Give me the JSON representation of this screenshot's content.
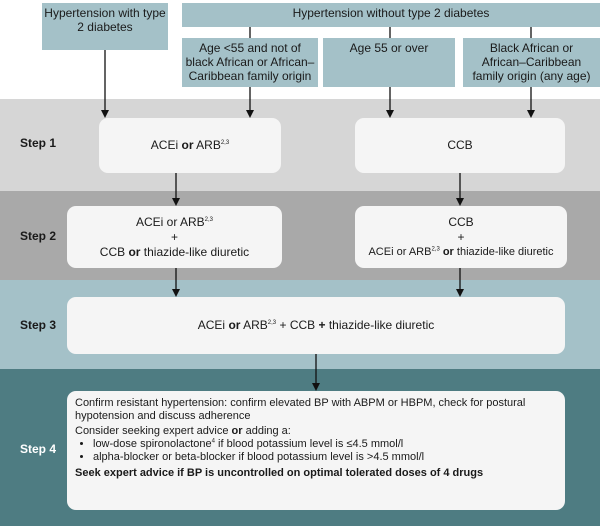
{
  "headers": {
    "with_t2d": "Hypertension with type 2 diabetes",
    "without_t2d": "Hypertension without type 2 diabetes",
    "age_under_55": "Age <55 and not of black African or African–Caribbean family origin",
    "age_55_over": "Age 55 or over",
    "black_african": "Black African or African–Caribbean family origin (any age)"
  },
  "steps": {
    "step1": "Step 1",
    "step2": "Step 2",
    "step3": "Step 3",
    "step4": "Step 4"
  },
  "boxes": {
    "step1_left": {
      "a": "ACEi ",
      "or": "or",
      "b": " ARB",
      "sup": "2,3"
    },
    "step1_right": "CCB",
    "step2_left": {
      "line1a": "ACEi or ARB",
      "sup": "2,3",
      "plus": "+",
      "line3a": "CCB ",
      "or": "or",
      "line3b": " thiazide-like diuretic"
    },
    "step2_right": {
      "line1": "CCB",
      "plus": "+",
      "line3a": "ACEi or ARB",
      "sup": "2,3",
      "or": " or ",
      "line3b": "thiazide-like diuretic"
    },
    "step3": {
      "a": "ACEi ",
      "or": "or",
      "b": " ARB",
      "sup": "2,3",
      "c": " + CCB ",
      "plus": "+",
      "d": " thiazide-like diuretic"
    },
    "step4": {
      "p1": "Confirm resistant hypertension: confirm elevated BP with ABPM or HBPM, check for postural hypotension and discuss adherence",
      "p2a": "Consider seeking expert advice ",
      "p2or": "or",
      "p2b": " adding a:",
      "b1a": "low-dose spironolactone",
      "b1sup": "4",
      "b1b": " if blood potassium level is ≤4.5 mmol/l",
      "b2": "alpha-blocker or beta-blocker if blood potassium level is >4.5 mmol/l",
      "p3": "Seek expert advice if BP is uncontrolled on optimal tolerated doses of 4 drugs"
    }
  }
}
